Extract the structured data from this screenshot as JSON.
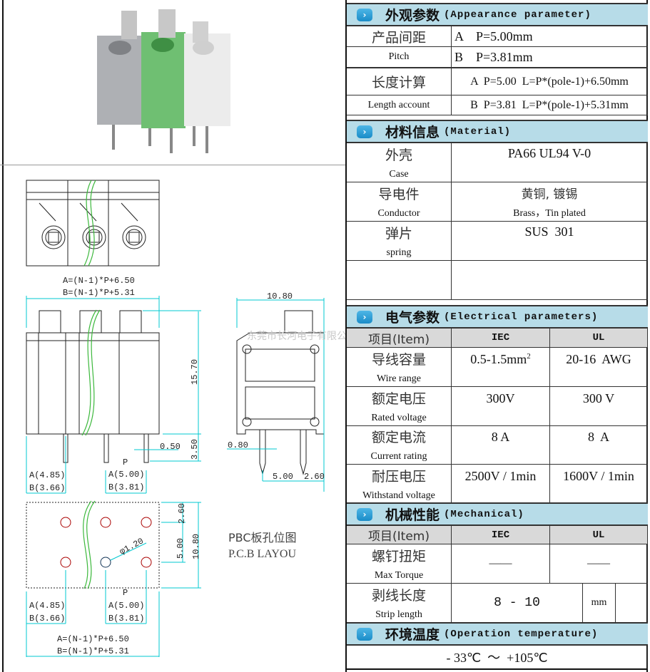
{
  "appearance": {
    "title_cn": "外观参数",
    "title_en": "(Appearance parameter)",
    "pitch_cn": "产品间距",
    "pitch_en": "Pitch",
    "pitch_a": "A    P=5.00mm",
    "pitch_b": "B    P=3.81mm",
    "length_cn": "长度计算",
    "length_en": "Length account",
    "length_a": "A  P=5.00  L=P*(pole-1)+6.50mm",
    "length_b": "B  P=3.81  L=P*(pole-1)+5.31mm"
  },
  "material": {
    "title_cn": "材料信息",
    "title_en": "(Material)",
    "rows": [
      {
        "cn": "外壳",
        "en": "Case",
        "value": "PA66 UL94 V-0",
        "sub": ""
      },
      {
        "cn": "导电件",
        "en": "Conductor",
        "value": "黄铜, 镀锡",
        "sub": "Brass，Tin plated"
      },
      {
        "cn": "弹片",
        "en": "spring",
        "value": "SUS  301",
        "sub": ""
      }
    ]
  },
  "electrical": {
    "title_cn": "电气参数",
    "title_en": "(Electrical parameters)",
    "col_item": "项目(Item)",
    "col_iec": "IEC",
    "col_ul": "UL",
    "rows": [
      {
        "cn": "导线容量",
        "en": "Wire range",
        "iec": "0.5-1.5mm",
        "iec_sup": "2",
        "ul": "20-16  AWG"
      },
      {
        "cn": "额定电压",
        "en": "Rated voltage",
        "iec": "300V",
        "ul": "300 V"
      },
      {
        "cn": "额定电流",
        "en": "Current rating",
        "iec": "8  A",
        "ul": "8  A"
      },
      {
        "cn": "耐压电压",
        "en": "Withstand voltage",
        "iec": "2500V / 1min",
        "ul": "1600V / 1min"
      }
    ]
  },
  "mechanical": {
    "title_cn": "机械性能",
    "title_en": "(Mechanical)",
    "col_item": "项目(Item)",
    "col_iec": "IEC",
    "col_ul": "UL",
    "torque_cn": "螺钉扭矩",
    "torque_en": "Max Torque",
    "torque_iec": "——",
    "torque_ul": "——",
    "strip_cn": "剥线长度",
    "strip_en": "Strip length",
    "strip_value": "8 - 10",
    "strip_unit": "mm"
  },
  "temperature": {
    "title_cn": "环境温度",
    "title_en": "(Operation temperature)",
    "value": "- 33℃  ～  +105℃"
  },
  "drawing": {
    "formula_a": "A=(N-1)*P+6.50",
    "formula_b": "B=(N-1)*P+5.31",
    "height": "15.70",
    "pin_len": "3.50",
    "pin_w": "0.50",
    "width": "10.80",
    "pin_t": "0.80",
    "row_pitch": "5.00",
    "edge": "2.60",
    "p": "P",
    "off_a": "A(4.85)",
    "off_b": "B(3.66)",
    "pitch_a": "A(5.00)",
    "pitch_b": "B(3.81)",
    "hole_dia": "φ1.20",
    "pcb_edge": "2.60",
    "pcb_pitch": "5.00",
    "pcb_width": "10.80",
    "pcb_title_cn": "PBC板孔位图",
    "pcb_title_en": "P.C.B  LAYOU",
    "watermark": "东莞市长河电子有限公司"
  },
  "colors": {
    "header": "#b7dce8",
    "item_row": "#d9d9d9",
    "dim": "#00c8d0",
    "wire": "#3cb83c",
    "photo_green": "#7cc47f"
  }
}
